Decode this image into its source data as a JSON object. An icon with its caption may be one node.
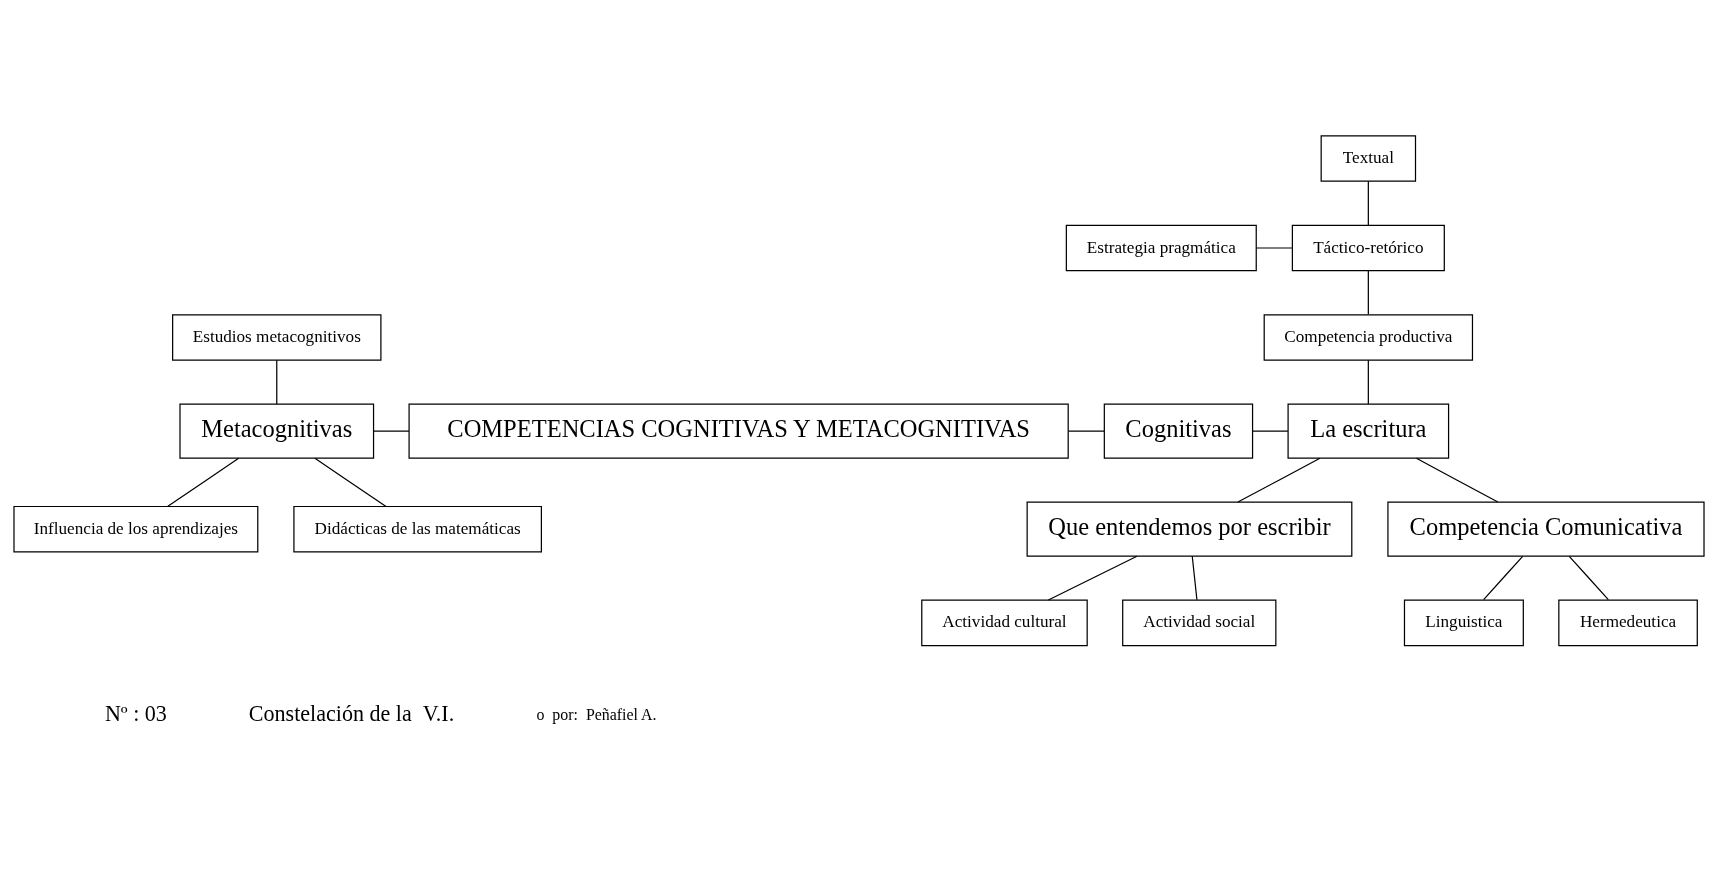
{
  "diagram": {
    "nodes": [
      {
        "text": [
          "COMPETENCIAS COGNITIVAS Y METACOGNITIVAS"
        ]
      },
      {
        "text": [
          "Metacognitivas"
        ]
      },
      {
        "text": [
          "Estudios metacognitivos"
        ]
      },
      {
        "text": [
          "Influencia de los aprendizajes"
        ]
      },
      {
        "text": [
          "Didácticas de las matemáticas"
        ]
      },
      {
        "text": [
          "Cognitivas"
        ]
      },
      {
        "text": [
          "La escritura"
        ]
      },
      {
        "text": [
          "Competencia productiva"
        ]
      },
      {
        "text": [
          "Táctico-retórico"
        ]
      },
      {
        "text": [
          "Textual"
        ]
      },
      {
        "text": [
          "Estrategia pragmática"
        ]
      },
      {
        "text": [
          "Que entendemos por escribir"
        ]
      },
      {
        "text": [
          "Competencia Comunicativa"
        ]
      },
      {
        "text": [
          "Actividad social"
        ]
      },
      {
        "text": [
          "Actividad cultural"
        ]
      },
      {
        "text": [
          "Hermedeutica"
        ]
      },
      {
        "text": [
          "Linguistica"
        ]
      }
    ],
    "edges": [
      {
        "from": 9,
        "to": 8,
        "arrow": "none"
      },
      {
        "from": 10,
        "to": 8,
        "arrow": "none"
      },
      {
        "from": 8,
        "to": 7,
        "arrow": "none"
      },
      {
        "from": 7,
        "to": 6,
        "arrow": "none"
      },
      {
        "from": 2,
        "to": 1,
        "arrow": "none"
      },
      {
        "from": 1,
        "to": 0,
        "arrow": "none"
      },
      {
        "from": 0,
        "to": 5,
        "arrow": "none"
      },
      {
        "from": 5,
        "to": 6,
        "arrow": "none"
      },
      {
        "from": 1,
        "to": 3,
        "arrow": "none"
      },
      {
        "from": 1,
        "to": 4,
        "arrow": "none"
      },
      {
        "from": 6,
        "to": 11,
        "arrow": "none"
      },
      {
        "from": 6,
        "to": 12,
        "arrow": "none"
      },
      {
        "from": 11,
        "to": 13,
        "arrow": "none"
      },
      {
        "from": 11,
        "to": 14,
        "arrow": "none"
      },
      {
        "from": 12,
        "to": 15,
        "arrow": "none"
      },
      {
        "from": 12,
        "to": 16,
        "arrow": "none"
      }
    ],
    "labels": [
      "Nº : 03",
      "Constelación de la  V.I.",
      "o  por:  Peñafiel A."
    ]
  }
}
